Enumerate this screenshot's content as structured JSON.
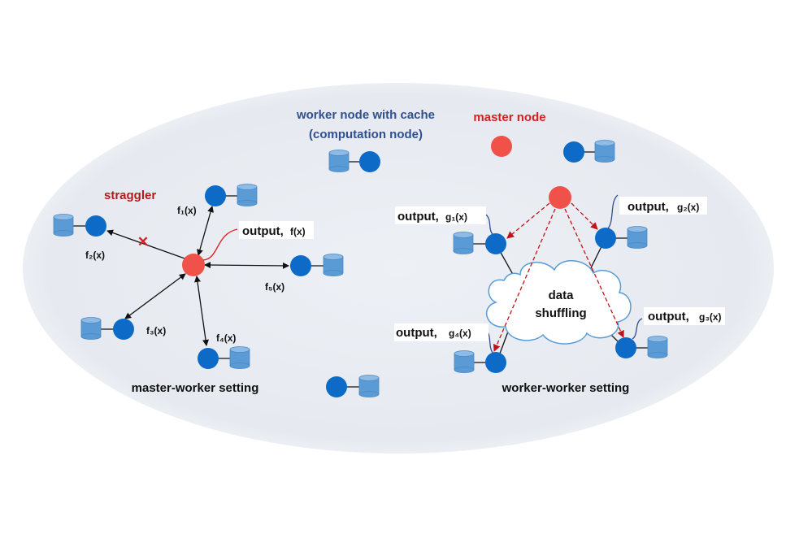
{
  "legend": {
    "worker_line1": "worker node with cache",
    "worker_line2": "(computation node)",
    "master": "master node"
  },
  "master_worker": {
    "title": "master-worker setting",
    "straggler": "straggler",
    "output_word": "output,",
    "output_fn": "f(x)",
    "f1": "f₁(x)",
    "f2": "f₂(x)",
    "f3": "f₃(x)",
    "f4": "f₄(x)",
    "f5": "f₅(x)"
  },
  "worker_worker": {
    "title": "worker-worker setting",
    "cloud_line1": "data",
    "cloud_line2": "shuffling",
    "output_word": "output,",
    "g1": "g₁(x)",
    "g2": "g₂(x)",
    "g3": "g₃(x)",
    "g4": "g₄(x)"
  },
  "colors": {
    "ellipse_fill": "#e8ecf2",
    "worker_blue": "#0d6bc7",
    "cache_blue": "#5b9bd5",
    "master_red": "#f0524a",
    "arrow_red": "#c0141a",
    "straggler_x": "#d42020"
  }
}
